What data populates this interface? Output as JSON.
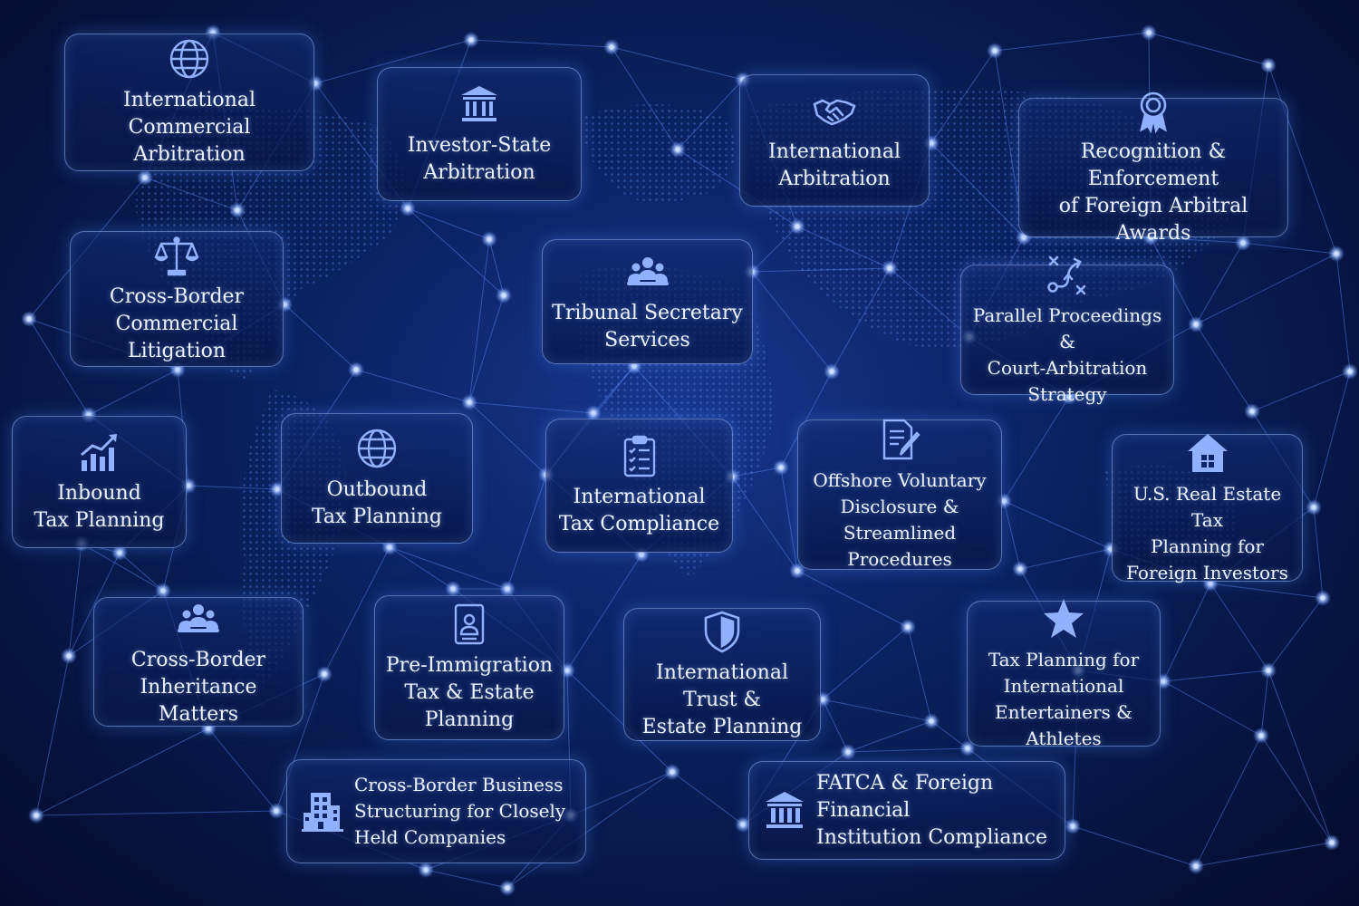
{
  "colors": {
    "background": "#0a1f5c",
    "line": "#5f8dff",
    "node": "#cfe0ff",
    "icon": "#8fb1ff",
    "text": "#eef3ff"
  },
  "cards": [
    {
      "id": "international-commercial-arbitration",
      "icon": "globe-icon",
      "label": "International\nCommercial Arbitration"
    },
    {
      "id": "investor-state-arbitration",
      "icon": "courthouse-icon",
      "label": "Investor-State\nArbitration"
    },
    {
      "id": "international-arbitration",
      "icon": "handshake-icon",
      "label": "International\nArbitration"
    },
    {
      "id": "recognition-enforcement",
      "icon": "award-ribbon-icon",
      "label": "Recognition & Enforcement\nof Foreign Arbitral Awards"
    },
    {
      "id": "cross-border-commercial-litigation",
      "icon": "scales-icon",
      "label": "Cross-Border\nCommercial Litigation"
    },
    {
      "id": "tribunal-secretary-services",
      "icon": "people-group-icon",
      "label": "Tribunal Secretary\nServices"
    },
    {
      "id": "parallel-proceedings",
      "icon": "strategy-icon",
      "label": "Parallel Proceedings &\nCourt-Arbitration Strategy"
    },
    {
      "id": "inbound-tax-planning",
      "icon": "growth-chart-icon",
      "label": "Inbound\nTax Planning"
    },
    {
      "id": "outbound-tax-planning",
      "icon": "globe-icon",
      "label": "Outbound\nTax Planning"
    },
    {
      "id": "international-tax-compliance",
      "icon": "clipboard-checklist-icon",
      "label": "International\nTax Compliance"
    },
    {
      "id": "offshore-voluntary-disclosure",
      "icon": "document-pen-icon",
      "label": "Offshore Voluntary\nDisclosure &\nStreamlined Procedures"
    },
    {
      "id": "us-real-estate-tax",
      "icon": "house-icon",
      "label": "U.S. Real Estate Tax\nPlanning for\nForeign Investors"
    },
    {
      "id": "cross-border-inheritance",
      "icon": "people-group-icon",
      "label": "Cross-Border\nInheritance Matters"
    },
    {
      "id": "pre-immigration-tax",
      "icon": "id-card-icon",
      "label": "Pre-Immigration\nTax & Estate\nPlanning"
    },
    {
      "id": "international-trust-estate",
      "icon": "shield-icon",
      "label": "International Trust &\nEstate Planning"
    },
    {
      "id": "tax-planning-entertainers",
      "icon": "star-icon",
      "label": "Tax Planning for\nInternational\nEntertainers & Athletes"
    },
    {
      "id": "cross-border-business-structuring",
      "icon": "office-building-icon",
      "label": "Cross-Border Business\nStructuring for Closely\nHeld Companies"
    },
    {
      "id": "fatca-compliance",
      "icon": "bank-icon",
      "label": "FATCA & Foreign Financial\nInstitution Compliance"
    }
  ]
}
